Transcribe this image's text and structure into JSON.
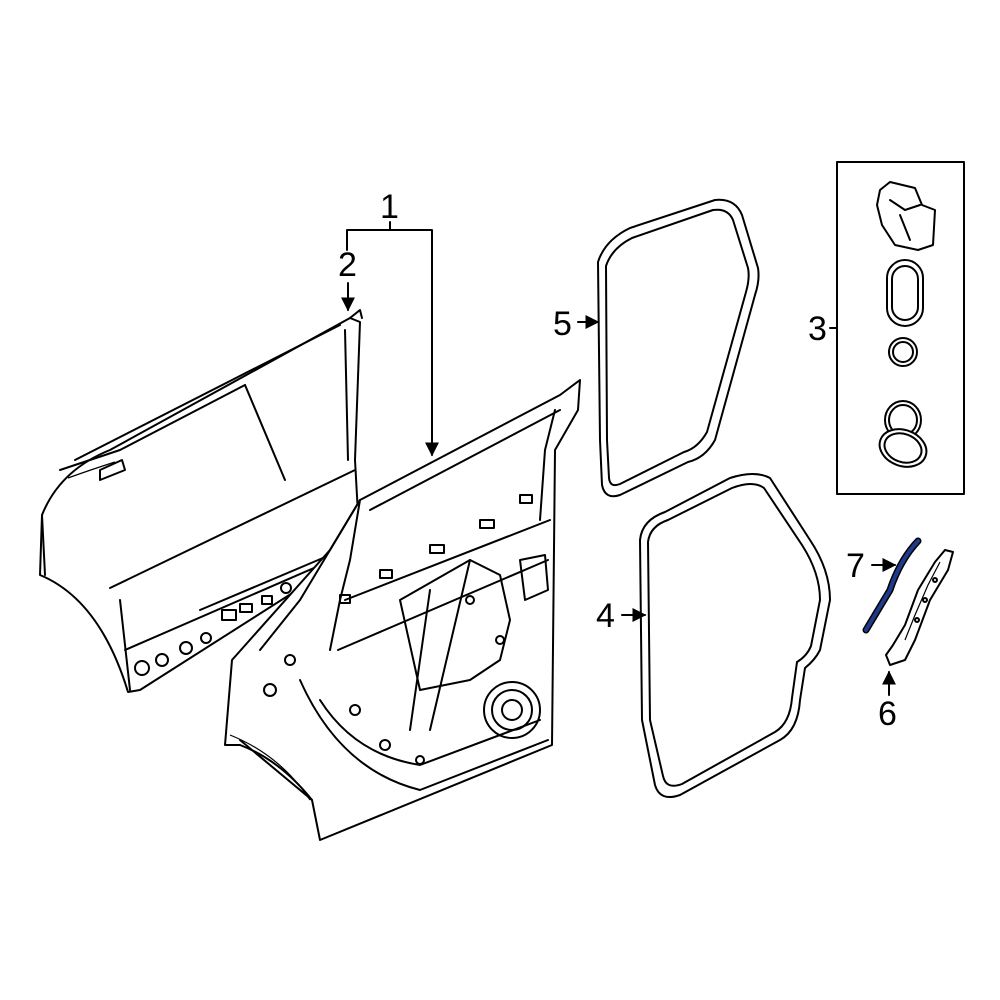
{
  "diagram": {
    "callouts": {
      "c1": "1",
      "c2": "2",
      "c3": "3",
      "c4": "4",
      "c5": "5",
      "c6": "6",
      "c7": "7"
    },
    "highlight_color": "#1f3a8a"
  }
}
